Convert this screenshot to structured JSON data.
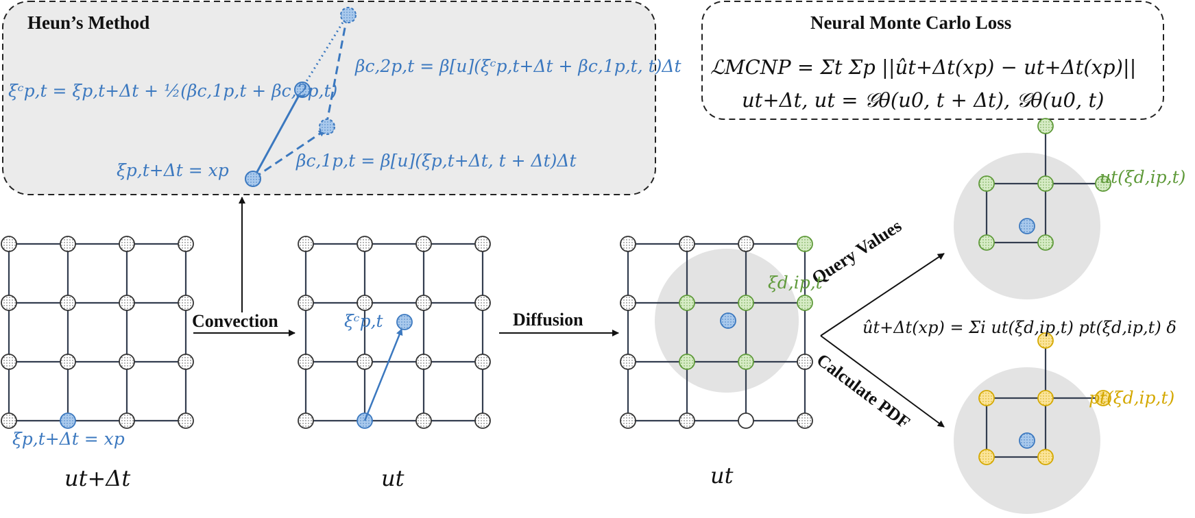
{
  "heun": {
    "title": "Heun’s Method",
    "eq_xi_c": "ξᶜp,t = ξp,t+Δt + ½(βc,1p,t + βc,2p,t)",
    "eq_beta2": "βc,2p,t = β[u](ξᶜp,t+Δt + βc,1p,t, t)Δt",
    "eq_xi_start": "ξp,t+Δt = xp",
    "eq_beta1": "βc,1p,t = β[u](ξp,t+Δt, t + Δt)Δt"
  },
  "loss": {
    "title": "Neural Monte Carlo Loss",
    "eq1": "ℒMCNP = Σt Σp ||ût+Δt(xp) − ut+Δt(xp)||",
    "eq2": "ut+Δt, ut =  𝒢θ(u0, t + Δt), 𝒢θ(u0, t)"
  },
  "steps": {
    "convection": "Convection",
    "diffusion": "Diffusion",
    "query": "Query Values",
    "pdf": "Calculate PDF"
  },
  "grids": {
    "grid1_label": "ut+Δt",
    "grid1_point": "ξp,t+Δt = xp",
    "grid2_label": "ut",
    "grid2_point": "ξᶜp,t",
    "grid3_label": "ut",
    "grid3_point": "ξd,ip,t"
  },
  "outputs": {
    "query_label": "ut(ξd,ip,t)",
    "pdf_label": "pt(ξd,ip,t)",
    "sum_eq": "ût+Δt(xp) = Σi ut(ξd,ip,t) pt(ξd,ip,t) δ"
  },
  "colors": {
    "blue": "#3b78bf",
    "green": "#5f9a3a",
    "yellow": "#d4a800",
    "panel_bg": "#ebebeb",
    "circle_bg": "#e3e3e3"
  }
}
